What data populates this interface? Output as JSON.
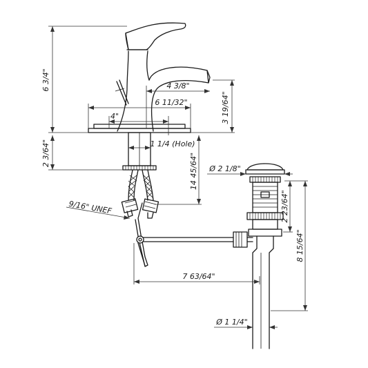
{
  "dimensions": {
    "overall_height": "6 3/4\"",
    "spout_reach": "4 3/8\"",
    "spout_height": "3 19/64\"",
    "base_width": "6 11/32\"",
    "base_half": "4\"",
    "base_thickness": "2 3/64\"",
    "hole": "1 1/4 (Hole)",
    "supply_length": "14 45/64\"",
    "thread": "9/16\" UNEF",
    "drain_cap_diameter": "Ø 2 1/8\"",
    "drain_upper": "2 23/64\"",
    "drain_total": "8 15/64\"",
    "rod_length": "7 63/64\"",
    "tail_diameter": "Ø 1 1/4\""
  }
}
